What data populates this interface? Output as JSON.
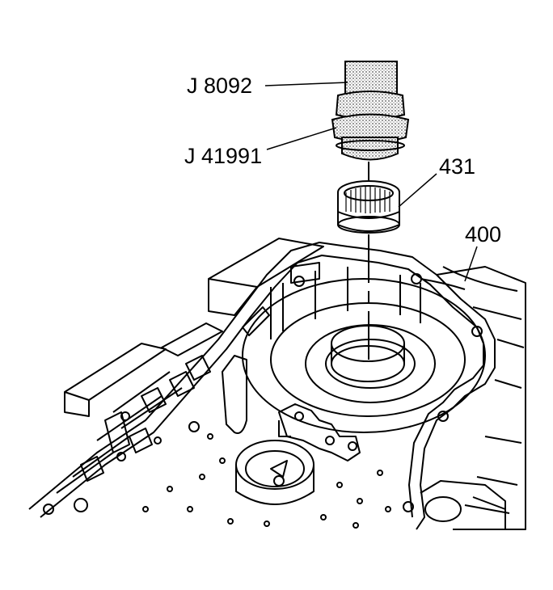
{
  "callouts": {
    "j8092": "J 8092",
    "j41991": "J 41991",
    "part_431": "431",
    "part_400": "400"
  },
  "colors": {
    "line": "#000000",
    "background": "#ffffff"
  }
}
